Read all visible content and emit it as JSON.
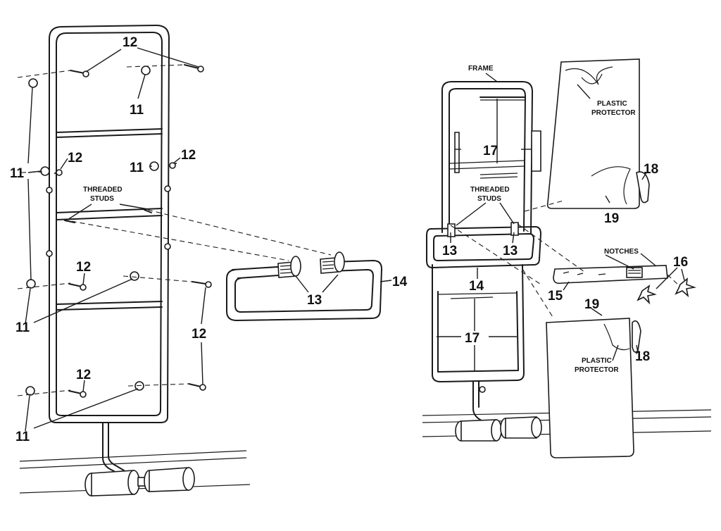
{
  "labels": {
    "frame": "FRAME",
    "threaded_studs_line1": "THREADED",
    "threaded_studs_line2": "STUDS",
    "plastic_protector_line1": "PLASTIC",
    "plastic_protector_line2": "PROTECTOR",
    "notches": "NOTCHES"
  },
  "parts": {
    "p11": "11",
    "p12": "12",
    "p13": "13",
    "p14": "14",
    "p15": "15",
    "p16": "16",
    "p17": "17",
    "p18": "18",
    "p19": "19"
  }
}
